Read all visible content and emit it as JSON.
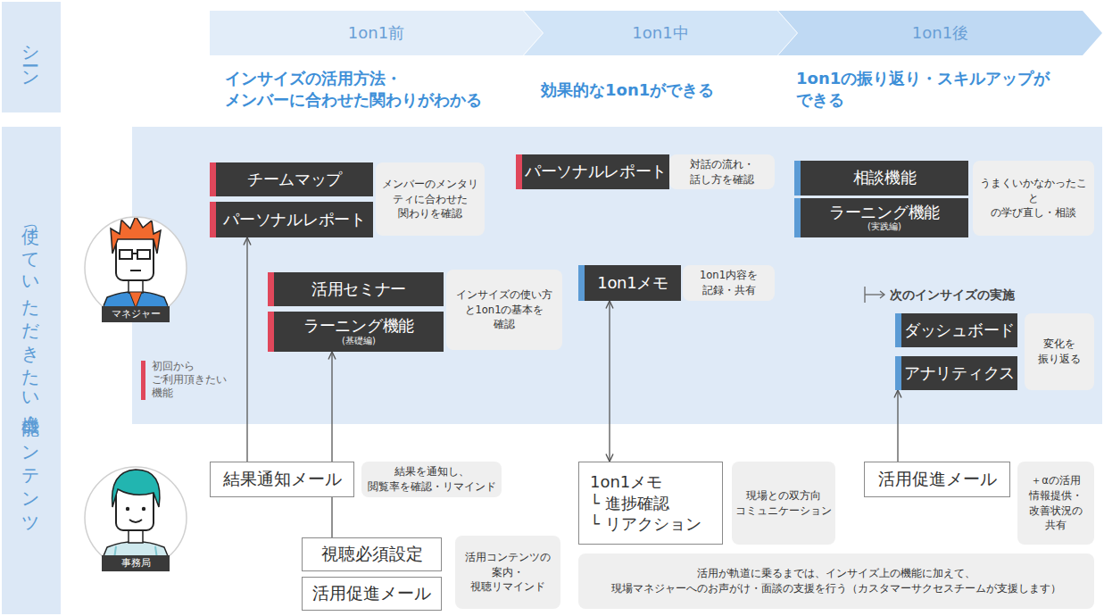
{
  "diagram": {
    "nodes": [
      {
        "text": [
          "シーン"
        ]
      },
      {
        "text": [
          "1on1前"
        ]
      },
      {
        "text": [
          "1on1中"
        ]
      },
      {
        "text": [
          "1on1後"
        ]
      },
      {
        "text": [
          "使っていただきたい機能・コンテンツ"
        ]
      },
      {
        "text": [
          "チームマップ"
        ]
      },
      {
        "text": [
          "パーソナルレポート"
        ]
      },
      {
        "text": [
          "メンバーのメンタリ ティに合わせた 関わりを確認"
        ]
      },
      {
        "text": [
          "パーソナルレポート"
        ]
      },
      {
        "text": [
          "対話の流れ・ 話し方を確認"
        ]
      },
      {
        "text": [
          "相談機能"
        ]
      },
      {
        "text": [
          "ラーニング機能",
          "(実践編)"
        ]
      },
      {
        "text": [
          "うまくいかなかったこと の学び直し・相談"
        ]
      },
      {
        "text": [
          "マネジャー"
        ]
      },
      {
        "text": [
          "活用セミナー"
        ]
      },
      {
        "text": [
          "ラーニング機能",
          "(基礎編)"
        ]
      },
      {
        "text": [
          "インサイズの使い方 と1on1の基本を 確認"
        ]
      },
      {
        "text": [
          "1on1メモ"
        ]
      },
      {
        "text": [
          "1on1内容を 記録・共有"
        ]
      },
      {
        "text": [
          "ダッシュボード"
        ]
      },
      {
        "text": [
          "アナリティクス"
        ]
      },
      {
        "text": [
          "変化を 振り返る"
        ]
      },
      {
        "text": [
          "結果通知メール"
        ]
      },
      {
        "text": [
          "結果を通知し、 閲覧率を確認・リマインド"
        ]
      },
      {
        "text": [
          "1on1メモ",
          "└ 進捗確認",
          "└ リアクション"
        ]
      },
      {
        "text": [
          "現場との双方向 コミュニケーション"
        ]
      },
      {
        "text": [
          "活用促進メール"
        ]
      },
      {
        "text": [
          "＋αの活用 情報提供・ 改善状況の 共有"
        ]
      },
      {
        "text": [
          "事務局"
        ]
      },
      {
        "text": [
          "視聴必須設定"
        ]
      },
      {
        "text": [
          "活用促進メール"
        ]
      },
      {
        "text": [
          "活用コンテンツの 案内・ 視聴リマインド"
        ]
      },
      {
        "text": [
          "活用が軌道に乗るまでは、インサイズ上の機能に加えて、 現場マネジャーへのお声がけ・面談の支援を行う（カスタマーサクセスチームが支援します）"
        ]
      }
    ],
    "edges": [
      {
        "from": 22,
        "to": 6,
        "arrow": "to"
      },
      {
        "from": 29,
        "to": 15,
        "arrow": "to"
      },
      {
        "from": 24,
        "to": 17,
        "arrow": "both"
      },
      {
        "from": 26,
        "to": 20,
        "arrow": "to"
      }
    ],
    "labels": [
      "インサイズの活用方法・ メンバーに合わせた関わりがわかる",
      "効果的な1on1ができる",
      "1on1の振り返り・スキルアップが できる",
      "次のインサイズの実施"
    ],
    "legend": [
      {
        "text": "初回から ご利用頂きたい 機能",
        "color": "#e0475b"
      }
    ]
  }
}
